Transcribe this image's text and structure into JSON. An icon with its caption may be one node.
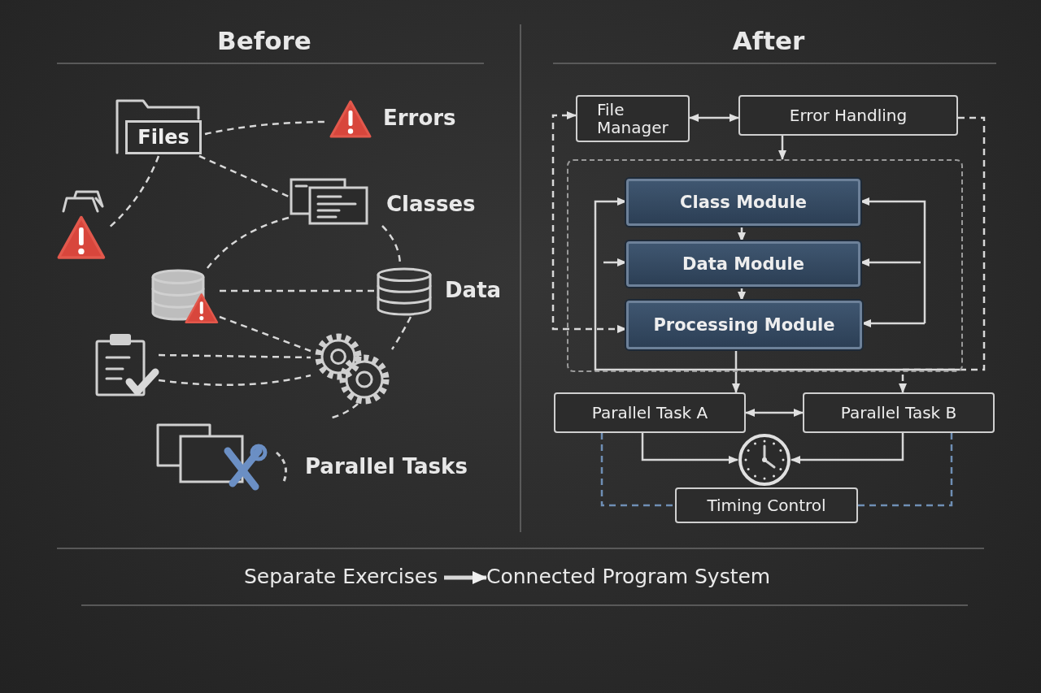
{
  "diagram": {
    "nodes": [
      {
        "text": [
          "Files"
        ]
      },
      {
        "text": [
          "Errors"
        ]
      },
      {
        "text": [],
        "shape": "triangle"
      },
      {
        "text": [
          "Classes"
        ]
      },
      {
        "text": [],
        "shape": "cylinder"
      },
      {
        "text": [
          "Data"
        ]
      },
      {
        "text": [],
        "shape": "clipboard"
      },
      {
        "text": [],
        "shape": "gear"
      },
      {
        "text": [
          "Parallel Tasks"
        ]
      },
      {
        "text": [
          "File Manager"
        ]
      },
      {
        "text": [
          "Error Handling"
        ]
      },
      {
        "text": [],
        "shape": "box"
      },
      {
        "text": [
          "Class Module"
        ],
        "in": 11
      },
      {
        "text": [
          "Data Module"
        ],
        "in": 11
      },
      {
        "text": [
          "Processing Module"
        ],
        "in": 11
      },
      {
        "text": [
          "Parallel Task A"
        ]
      },
      {
        "text": [
          "Parallel Task B"
        ]
      },
      {
        "text": [],
        "shape": "circle"
      },
      {
        "text": [
          "Timing Control"
        ]
      },
      {
        "text": [
          "Separate Exercises"
        ]
      },
      {
        "text": [
          "Connected Program System"
        ]
      }
    ],
    "edges": [
      {
        "from": 0,
        "to": 1,
        "arrow": "none",
        "style": "dashed"
      },
      {
        "from": 0,
        "to": 3,
        "arrow": "none",
        "style": "dashed"
      },
      {
        "from": 0,
        "to": 2,
        "arrow": "none",
        "style": "dashed"
      },
      {
        "from": 3,
        "to": 4,
        "arrow": "none",
        "style": "dashed"
      },
      {
        "from": 4,
        "to": 5,
        "arrow": "none",
        "style": "dashed"
      },
      {
        "from": 4,
        "to": 7,
        "arrow": "none",
        "style": "dashed"
      },
      {
        "from": 3,
        "to": 5,
        "arrow": "none",
        "style": "dashed"
      },
      {
        "from": 6,
        "to": 7,
        "arrow": "none",
        "style": "dashed"
      },
      {
        "from": 6,
        "to": 7,
        "arrow": "none",
        "style": "dashed"
      },
      {
        "from": 5,
        "to": 7,
        "arrow": "none",
        "style": "dashed"
      },
      {
        "from": 7,
        "to": 8,
        "arrow": "none",
        "style": "dashed"
      },
      {
        "from": 9,
        "to": 10,
        "arrow": "both"
      },
      {
        "from": 10,
        "to": 11,
        "arrow": "to"
      },
      {
        "from": 12,
        "to": 13,
        "arrow": "to"
      },
      {
        "from": 13,
        "to": 14,
        "arrow": "to"
      },
      {
        "from": 14,
        "to": 9,
        "arrow": "both",
        "style": "dashed"
      },
      {
        "from": null,
        "to": 12,
        "arrow": "to"
      },
      {
        "from": null,
        "to": 13,
        "arrow": "to"
      },
      {
        "from": null,
        "to": 12,
        "arrow": "to"
      },
      {
        "from": null,
        "to": 13,
        "arrow": "to"
      },
      {
        "from": null,
        "to": 14,
        "arrow": "to"
      },
      {
        "from": 14,
        "to": 15,
        "arrow": "to"
      },
      {
        "from": 10,
        "to": 16,
        "arrow": "to",
        "style": "dashed"
      },
      {
        "from": 15,
        "to": 16,
        "arrow": "both"
      },
      {
        "from": 15,
        "to": 17,
        "arrow": "to"
      },
      {
        "from": 16,
        "to": 17,
        "arrow": "to"
      },
      {
        "from": 15,
        "to": 18,
        "arrow": "none",
        "style": "dashed",
        "color": "#6f8fb5"
      },
      {
        "from": 16,
        "to": 18,
        "arrow": "none",
        "style": "dashed",
        "color": "#6f8fb5"
      },
      {
        "from": 19,
        "to": 20,
        "arrow": "to",
        "style": "thick"
      }
    ],
    "labels": [
      "Before",
      "After"
    ]
  }
}
